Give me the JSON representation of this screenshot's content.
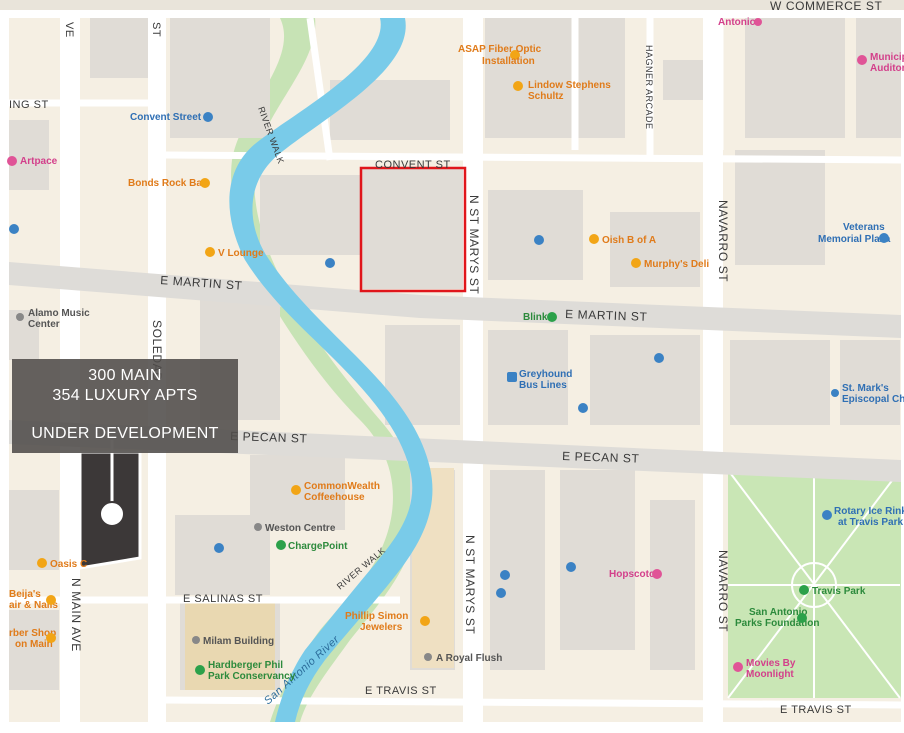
{
  "callout": {
    "line1": "300 MAIN",
    "line2": "354 LUXURY APTS",
    "line3": "UNDER DEVELOPMENT"
  },
  "streets": {
    "convent": "CONVENT ST",
    "e_martin_w": "E MARTIN ST",
    "e_martin_e": "E MARTIN ST",
    "e_pecan_w": "E PECAN ST",
    "e_pecan_e": "E PECAN ST",
    "e_salinas": "E SALINAS ST",
    "e_travis_c": "E TRAVIS ST",
    "e_travis_e": "E TRAVIS ST",
    "n_st_marys_n": "N ST MARYS ST",
    "n_st_marys_s": "N ST MARYS ST",
    "navarro_n": "NAVARRO ST",
    "navarro_s": "NAVARRO ST",
    "soledad": "SOLEDAD",
    "n_main": "N MAIN AVE",
    "hagner": "HAGNER ARCADE",
    "river_walk_n": "RIVER WALK",
    "river_walk_s": "RIVER WALK",
    "commerce": "W COMMERCE ST",
    "ing": "ING ST",
    "ve": "VE",
    "st": "ST"
  },
  "river_name": "San Antonio River",
  "pois": {
    "asap": [
      "ASAP Fiber Optic",
      "Installation"
    ],
    "lindow": [
      "Lindow Stephens",
      "Schultz"
    ],
    "convent_street": "Convent Street",
    "artpace": "Artpace",
    "bonds": "Bonds Rock Bar",
    "v_lounge": "V Lounge",
    "oish": "Oish B of A",
    "murphys": "Murphy's Deli",
    "veterans": [
      "Veterans",
      "Memorial Plaza"
    ],
    "municipal": [
      "Municipal",
      "Auditoriu"
    ],
    "antonio": "Antonio",
    "alamo": [
      "Alamo Music",
      "Center"
    ],
    "blink": "Blink",
    "greyhound": [
      "Greyhound",
      "Bus Lines"
    ],
    "st_marks": [
      "St. Mark's",
      "Episcopal Churc"
    ],
    "commonwealth": [
      "CommonWealth",
      "Coffeehouse"
    ],
    "weston": "Weston Centre",
    "chargepoint": "ChargePoint",
    "oasis": "Oasis C",
    "beijas": [
      "Beija's",
      "air & Nails"
    ],
    "barber": [
      "rber Shop",
      "on Main"
    ],
    "milam": "Milam Building",
    "hardberger": [
      "Hardberger Phil",
      "Park Conservancy"
    ],
    "phillip": [
      "Phillip Simon",
      "Jewelers"
    ],
    "royal_flush": "A Royal Flush",
    "hopscotch": "Hopscotch",
    "rotary": [
      "Rotary Ice Rink",
      "at Travis Park"
    ],
    "travis_park": "Travis Park",
    "sa_parks": [
      "San Antonio",
      "Parks Foundation"
    ],
    "movies": [
      "Movies By",
      "Moonlight"
    ]
  },
  "colors": {
    "land": "#f5efe3",
    "building": "#e1ddd7",
    "road": "#ffffff",
    "major_road": "#dcdcdc",
    "river": "#79cbe9",
    "riverbank": "#b6deaa",
    "park": "#c9e6b5",
    "highlight": "#e0161b",
    "callout_bg": "#504c4a",
    "site": "#3c3838"
  }
}
